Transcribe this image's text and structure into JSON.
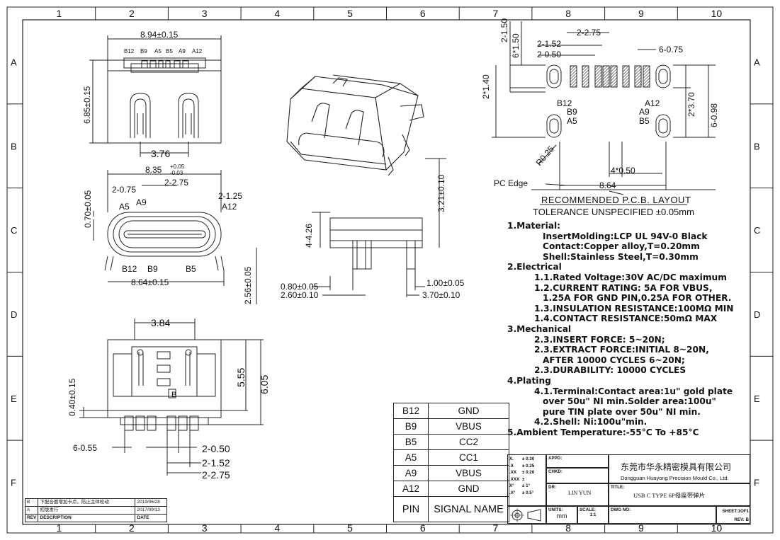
{
  "grid": {
    "columns": [
      "1",
      "2",
      "3",
      "4",
      "5",
      "6",
      "7",
      "8",
      "9",
      "10"
    ],
    "rows": [
      "A",
      "B",
      "C",
      "D",
      "E",
      "F"
    ]
  },
  "top_view": {
    "width_dim": "8.94±0.15",
    "height_dim": "6.85±0.15",
    "inner_dim": "3.76",
    "pins": [
      "B12",
      "B9",
      "A5",
      "B5",
      "A9",
      "A12"
    ]
  },
  "front_view": {
    "width_top": "8.35",
    "width_top_tol_plus": "+0.05",
    "width_top_tol_minus": "-0.03",
    "pitch_a": "2-0.75",
    "pitch_b": "2-2.75",
    "pitch_c": "2-1.25",
    "height_dim": "0.70±0.05",
    "width_bottom": "8.64±0.15",
    "labels_top": [
      "A5",
      "A9",
      "A12"
    ],
    "labels_bottom": [
      "B12",
      "B9",
      "B5"
    ]
  },
  "side_view": {
    "height_total": "3.21±0.10",
    "height_body": "4-4.26",
    "dim_a": "0.80±0.05",
    "dim_b": "2.60±0.10",
    "dim_c": "1.00±0.05",
    "dim_d": "3.70±0.10",
    "dim_e": "2.56±0.05"
  },
  "bottom_view": {
    "width_dim": "3.84",
    "h1": "5.55",
    "h2": "6.05",
    "side_dim": "0.40±0.15",
    "pitch_left": "6-0.55",
    "pitch_r1": "2-0.50",
    "pitch_r2": "2-1.52",
    "pitch_r3": "2-2.75",
    "marker": "B"
  },
  "pcb_layout": {
    "dim_v1": "2-1.50",
    "dim_v2": "6*1.50",
    "dim_pitch_a": "2-2.75",
    "dim_pitch_b": "2-1.52",
    "dim_pitch_c": "2-0.50",
    "dim_pitch_d": "6-0.75",
    "dim_left": "2*1.40",
    "dim_right_a": "2*3.70",
    "dim_right_b": "6-0.98",
    "radius": "R0.25",
    "dim_bottom_a": "4*0.50",
    "dim_bottom_b": "8.64",
    "pc_edge": "PC Edge",
    "labels_left": [
      "B12",
      "B9",
      "A5"
    ],
    "labels_right": [
      "A12",
      "A9",
      "B5"
    ],
    "title": "RECOMMENDED  P.C.B. LAYOUT",
    "tolerance": "TOLERANCE UNSPECIFIED ±0.05mm"
  },
  "notes": [
    {
      "text": "1.Material:",
      "level": "sec"
    },
    {
      "text": "InsertMolding:LCP UL 94V-0 Black",
      "level": "i3"
    },
    {
      "text": "Contact:Copper alloy,T=0.20mm",
      "level": "i3"
    },
    {
      "text": "Shell:Stainless Steel,T=0.30mm",
      "level": "i3"
    },
    {
      "text": "2.Electrical",
      "level": "sec"
    },
    {
      "text": "1.1.Rated Voltage:30V AC/DC maximum",
      "level": "i2"
    },
    {
      "text": "1.2.CURRENT RATING: 5A FOR VBUS,",
      "level": "i2"
    },
    {
      "text": "1.25A FOR GND PIN,0.25A FOR OTHER.",
      "level": "i3"
    },
    {
      "text": "1.3.INSULATION RESISTANCE:100MΩ MIN",
      "level": "i2"
    },
    {
      "text": "1.4.CONTACT RESISTANCE:50mΩ MAX",
      "level": "i2"
    },
    {
      "text": "3.Mechanical",
      "level": "sec"
    },
    {
      "text": "2.3.INSERT FORCE: 5~20N;",
      "level": "i2"
    },
    {
      "text": "2.3.EXTRACT FORCE:INITIAL 8~20N,",
      "level": "i2"
    },
    {
      "text": "AFTER 10000 CYCLES 6~20N;",
      "level": "i3"
    },
    {
      "text": "2.3.DURABILITY: 10000 CYCLES",
      "level": "i2"
    },
    {
      "text": "4.Plating",
      "level": "sec"
    },
    {
      "text": "4.1.Terminal:Contact area:1u\" gold plate",
      "level": "i2"
    },
    {
      "text": "over 50u\" NI min.Solder area:100u\"",
      "level": "i3"
    },
    {
      "text": "pure TIN plate over 50u\" NI min.",
      "level": "i3"
    },
    {
      "text": "4.2.Shell:  Ni:100u\"min.",
      "level": "i2"
    },
    {
      "text": "5.Ambient Temperature:-55°C To +85°C",
      "level": "sec"
    }
  ],
  "pin_table": {
    "rows": [
      {
        "pin": "B12",
        "signal": "GND"
      },
      {
        "pin": "B9",
        "signal": "VBUS"
      },
      {
        "pin": "B5",
        "signal": "CC2"
      },
      {
        "pin": "A5",
        "signal": "CC1"
      },
      {
        "pin": "A9",
        "signal": "VBUS"
      },
      {
        "pin": "A12",
        "signal": "GND"
      }
    ],
    "header_pin": "PIN",
    "header_signal": "SIGNAL  NAME"
  },
  "revision": {
    "rows": [
      {
        "rev": "B",
        "desc": "下配合面增加卡点，防止主体松动",
        "date": "2019/06/28"
      },
      {
        "rev": "A",
        "desc": "初版发行",
        "date": "2017/09/13"
      }
    ],
    "header": {
      "rev": "REV",
      "desc": "DESCRIPTION",
      "date": "DATE"
    }
  },
  "title_block": {
    "tol": [
      {
        "k": "X.",
        "v": "±  0.30"
      },
      {
        "k": ".X",
        "v": "±  0.25"
      },
      {
        "k": ".XX",
        "v": "±  0.20"
      },
      {
        "k": ".XXX",
        "v": "±"
      },
      {
        "k": "X°",
        "v": "±  1°"
      },
      {
        "k": ".X°",
        "v": "±  0.5°"
      }
    ],
    "appd": "APPD:",
    "chkd": "CHKD:",
    "dr": "DR:",
    "drawn_by": "LIN YUN",
    "company_cn": "东莞市华永精密模具有限公司",
    "company_en": "Dongguan Huayong Precision Mould Co., Ltd.",
    "title_label": "TITLE:",
    "title": "USB C TYPE 6P母座带弹片",
    "units_label": "UNITS:",
    "units": "mm",
    "scale_label": "SCALE:",
    "scale": "1:1",
    "dwg_label": "DWG NO:",
    "sheet": "SHEET:1OF1",
    "rev": "REV: B"
  }
}
